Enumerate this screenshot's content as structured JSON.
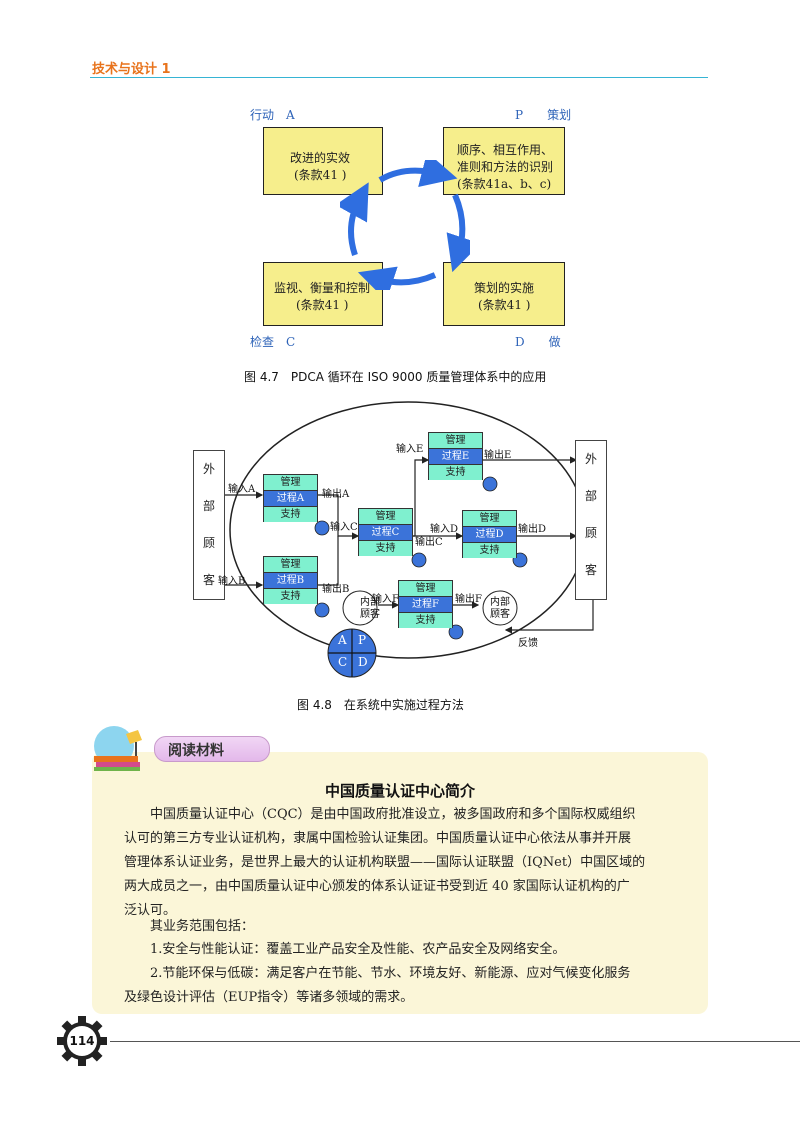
{
  "header": {
    "title": "技术与设计 1"
  },
  "pdca": {
    "corners": {
      "top_left": "行动　A",
      "top_right": "P　　策划",
      "bottom_left": "检查　C",
      "bottom_right": "D　　做"
    },
    "boxes": {
      "act": [
        "改进的实效",
        "(条款41 )"
      ],
      "plan": [
        "顺序、相互作用、",
        "准则和方法的识别",
        "(条款41a、b、c)"
      ],
      "check": [
        "监视、衡量和控制",
        "(条款41 )"
      ],
      "do": [
        "策划的实施",
        "(条款41 )"
      ]
    },
    "caption": "图 4.7　PDCA 循环在 ISO 9000 质量管理体系中的应用"
  },
  "process": {
    "external_customer": [
      "外",
      "部",
      "顾",
      "客"
    ],
    "rows": {
      "manage": "管理",
      "support": "支持"
    },
    "processes": {
      "A": "过程A",
      "B": "过程B",
      "C": "过程C",
      "D": "过程D",
      "E": "过程E",
      "F": "过程F"
    },
    "labels": {
      "inA": "输入A",
      "outA": "输出A",
      "inB": "输入B",
      "outB": "输出B",
      "inC": "输入C",
      "outC": "输出C",
      "inD": "输入D",
      "outD": "输出D",
      "inE": "输入E",
      "outE": "输出E",
      "inF": "输入F",
      "outF": "输出F",
      "feedback": "反馈"
    },
    "internal_customer": [
      "内部",
      "顾客"
    ],
    "pdca_letters": {
      "a": "A",
      "p": "P",
      "c": "C",
      "d": "D"
    },
    "caption": "图 4.8　在系统中实施过程方法"
  },
  "reading": {
    "tab": "阅读材料",
    "title": "中国质量认证中心简介",
    "para1": [
      "中国质量认证中心（CQC）是由中国政府批准设立，被多国政府和多个国际权威组织",
      "认可的第三方专业认证机构，隶属中国检验认证集团。中国质量认证中心依法从事并开展",
      "管理体系认证业务，是世界上最大的认证机构联盟——国际认证联盟（IQNet）中国区域的",
      "两大成员之一，由中国质量认证中心颁发的体系认证证书受到近 40 家国际认证机构的广",
      "泛认可。"
    ],
    "para2": "其业务范围包括：",
    "para3": "1.安全与性能认证：覆盖工业产品安全及性能、农产品安全及网络安全。",
    "para4": [
      "2.节能环保与低碳：满足客户在节能、节水、环境友好、新能源、应对气候变化服务",
      "及绿色设计评估（EUP指令）等诸多领域的需求。"
    ]
  },
  "footer": {
    "page_number": "114"
  },
  "colors": {
    "accent": "#e8731c",
    "rule": "#36b4d4",
    "box_yellow": "#f6ee8c",
    "arrow_blue": "#2f6ee0",
    "teal": "#7ff0cf",
    "process_blue": "#3b73d9"
  }
}
